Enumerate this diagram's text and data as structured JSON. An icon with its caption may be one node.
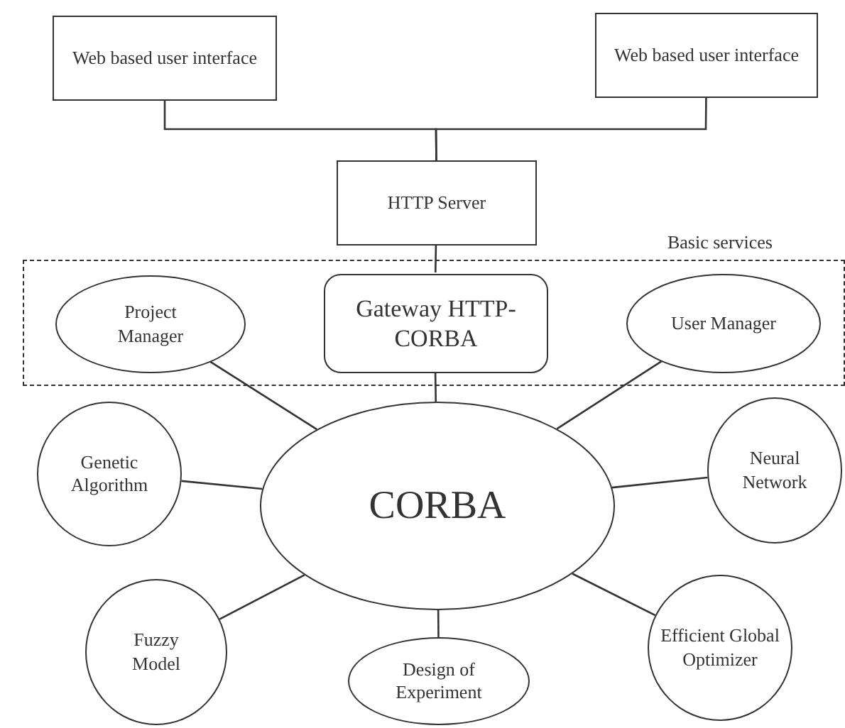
{
  "diagram": {
    "nodes": [
      {
        "text": [
          "Web based user interface"
        ]
      },
      {
        "text": [
          "Web based user interface"
        ]
      },
      {
        "text": [
          "HTTP Server"
        ]
      },
      {
        "text": [
          "Basic services"
        ]
      },
      {
        "text": [
          "Project Manager"
        ],
        "in": 3
      },
      {
        "text": [
          "Gateway HTTP-CORBA"
        ],
        "in": 3
      },
      {
        "text": [
          "User Manager"
        ],
        "in": 3
      },
      {
        "text": [
          "CORBA"
        ]
      },
      {
        "text": [
          "Genetic Algorithm"
        ]
      },
      {
        "text": [
          "Neural Network"
        ]
      },
      {
        "text": [
          "Fuzzy Model"
        ]
      },
      {
        "text": [
          "Design of Experiment"
        ]
      },
      {
        "text": [
          "Efficient Global Optimizer"
        ]
      }
    ],
    "edges": [
      {
        "from": 0,
        "to": 2,
        "arrow": "none"
      },
      {
        "from": 1,
        "to": 2,
        "arrow": "none"
      },
      {
        "from": 2,
        "to": 5,
        "arrow": "none"
      },
      {
        "from": 5,
        "to": 7,
        "arrow": "none"
      },
      {
        "from": 4,
        "to": 7,
        "arrow": "none"
      },
      {
        "from": 6,
        "to": 7,
        "arrow": "none"
      },
      {
        "from": 8,
        "to": 7,
        "arrow": "none"
      },
      {
        "from": 9,
        "to": 7,
        "arrow": "none"
      },
      {
        "from": 10,
        "to": 7,
        "arrow": "none"
      },
      {
        "from": 11,
        "to": 7,
        "arrow": "none"
      },
      {
        "from": 12,
        "to": 7,
        "arrow": "none"
      }
    ]
  }
}
